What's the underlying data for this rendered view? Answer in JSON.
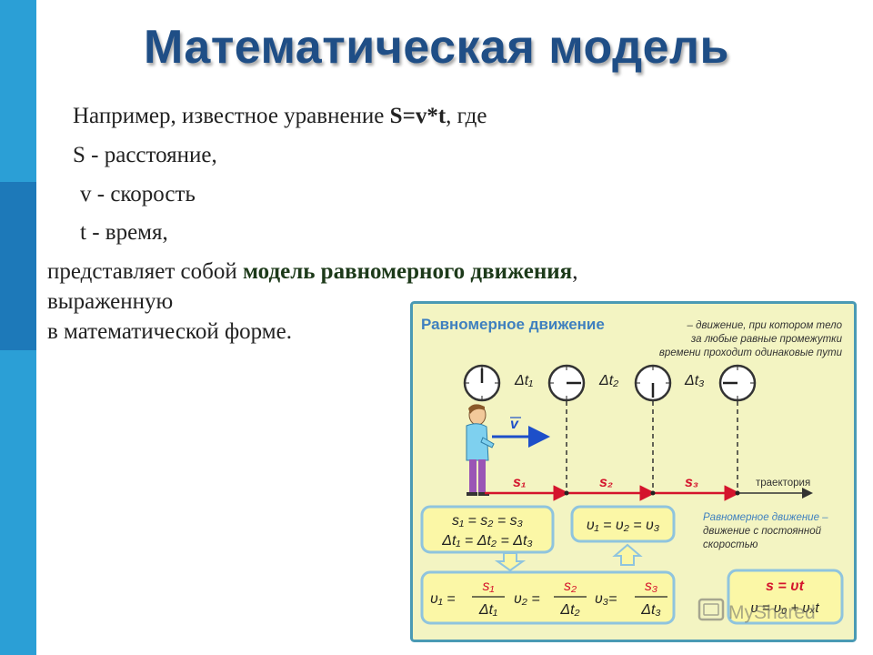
{
  "slide": {
    "title": "Математическая модель",
    "lines": {
      "l1_pre": "Например, известное уравнение ",
      "l1_formula": "S=v*t",
      "l1_post": ",  где",
      "l2": "S - расстояние,",
      "l3": "v - скорость",
      "l4": "t  - время,",
      "l5_pre": "представляет собой ",
      "l5_bold": "модель равномерного движения",
      "l5_post": ",",
      "l6": "выраженную",
      "l7": "в математической форме."
    }
  },
  "figure": {
    "heading": "Равномерное движение",
    "def_line1": "– движение, при котором тело",
    "def_line2": "за любые равные промежутки",
    "def_line3": "времени проходит одинаковые пути",
    "dt1": "Δt₁",
    "dt2": "Δt₂",
    "dt3": "Δt₃",
    "velocity": "v",
    "s1": "s₁",
    "s2": "s₂",
    "s3": "s₃",
    "trajectory": "траектория",
    "box_equal_s": "s₁ = s₂ = s₃",
    "box_equal_t": "Δt₁ = Δt₂ = Δt₃",
    "box_equal_v": "υ₁ = υ₂ = υ₃",
    "def2_line1": "Равномерное движение –",
    "def2_line2": "движение с постоянной",
    "def2_line3": "скоростью",
    "v1_lhs": "υ₁ =",
    "v2_lhs": "υ₂ =",
    "v3_lhs": "υ₃=",
    "num_s1": "s₁",
    "num_s2": "s₂",
    "num_s3": "s₃",
    "den_t1": "Δt₁",
    "den_t2": "Δt₂",
    "den_t3": "Δt₃",
    "formula_s": "s = υt",
    "formula_v": "υ = υ₀ + υₓt",
    "watermark": "MyShared"
  },
  "colors": {
    "sidebar": "#2b9fd6",
    "sidebar_accent": "#1d79b9",
    "title": "#1f4e86",
    "figure_bg": "#f3f4c2",
    "figure_border": "#4a9ab4",
    "box_fill": "#fbf7a6",
    "box_border": "#8fc4de",
    "red": "#d4142c",
    "blue_arrow": "#1d4fc9"
  }
}
